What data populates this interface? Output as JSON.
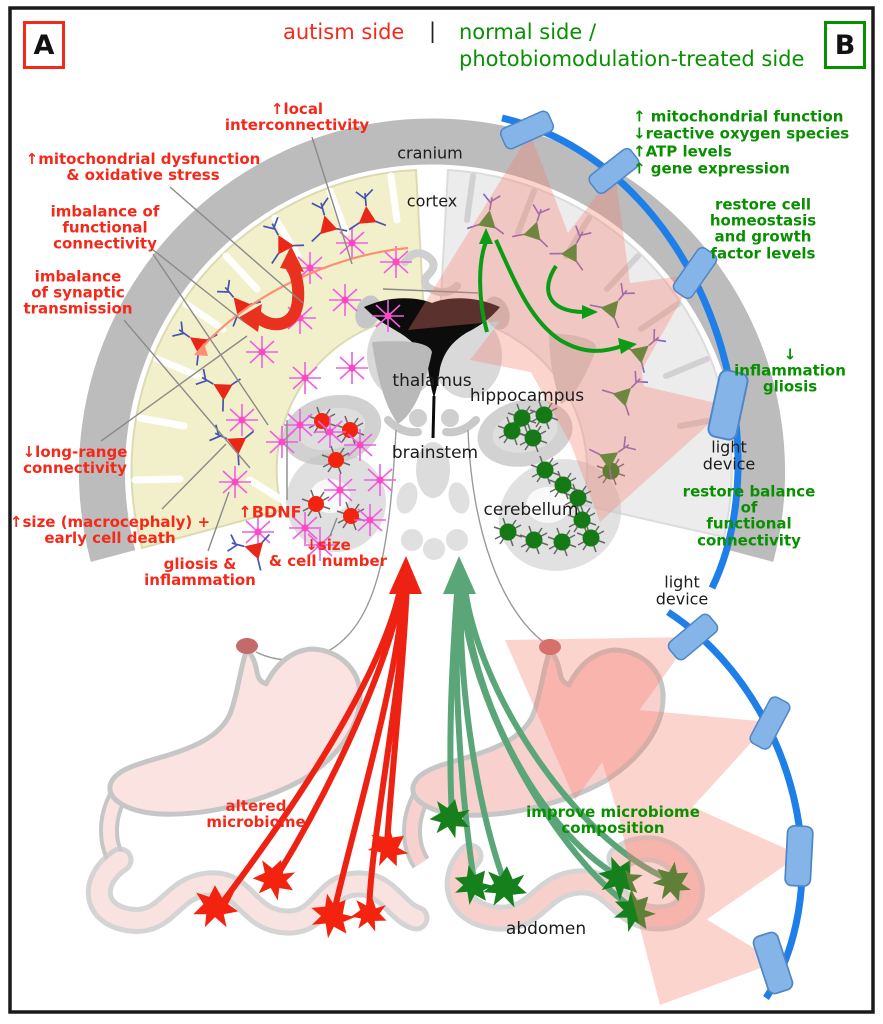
{
  "header": {
    "left_label": "autism side",
    "divider": "|",
    "right_label": "normal side /\nphotobiomodulation-treated side",
    "panel_a": "A",
    "panel_b": "B"
  },
  "autism_annotations": [
    {
      "id": "local-interconnectivity",
      "text": "↑local\ninterconnectivity"
    },
    {
      "id": "mitochondrial-dysfunction",
      "text": "↑mitochondrial dysfunction\n& oxidative stress"
    },
    {
      "id": "imbalance-functional-connectivity",
      "text": "imbalance of\nfunctional\nconnectivity"
    },
    {
      "id": "imbalance-synaptic-transmission",
      "text": "imbalance\nof synaptic\ntransmission"
    },
    {
      "id": "long-range-connectivity",
      "text": "↓long-range\nconnectivity"
    },
    {
      "id": "size-macrocephaly",
      "text": "↑size (macrocephaly) +\nearly cell death"
    },
    {
      "id": "gliosis-inflammation",
      "text": "gliosis &\ninflammation"
    },
    {
      "id": "bdnf",
      "text": "↑BDNF"
    },
    {
      "id": "size-cell-number",
      "text": "↓size\n& cell number"
    },
    {
      "id": "altered-microbiome",
      "text": "altered\nmicrobiome"
    }
  ],
  "treated_annotations": [
    {
      "id": "cellular-effects",
      "text": "↑ mitochondrial function\n↓reactive oxygen species\n↑ATP levels\n↑ gene expression"
    },
    {
      "id": "restore-homeostasis",
      "text": "restore cell homeostasis\nand growth factor levels"
    },
    {
      "id": "inflammation-gliosis",
      "text": "↓ inflammation\ngliosis"
    },
    {
      "id": "restore-balance",
      "text": "restore balance of\nfunctional connectivity"
    },
    {
      "id": "improve-microbiome",
      "text": "improve microbiome\ncomposition"
    }
  ],
  "anatomy_labels": [
    {
      "id": "cranium",
      "text": "cranium"
    },
    {
      "id": "cortex",
      "text": "cortex"
    },
    {
      "id": "thalamus",
      "text": "thalamus"
    },
    {
      "id": "hippocampus",
      "text": "hippocampus"
    },
    {
      "id": "brainstem",
      "text": "brainstem"
    },
    {
      "id": "cerebellum",
      "text": "cerebellum"
    },
    {
      "id": "light-device-head",
      "text": "light\ndevice"
    },
    {
      "id": "light-device-abdomen",
      "text": "light\ndevice"
    },
    {
      "id": "abdomen",
      "text": "abdomen"
    }
  ],
  "colors": {
    "autism_red": "#f5291a",
    "treated_green": "#089000",
    "arrow_green_muted": "#5aa678",
    "device_blue": "#1f7fe8",
    "beam_pink": "#f87e6e",
    "cortex_yellow": "#f2f0cb",
    "glia_magenta": "#ef5fe2"
  }
}
